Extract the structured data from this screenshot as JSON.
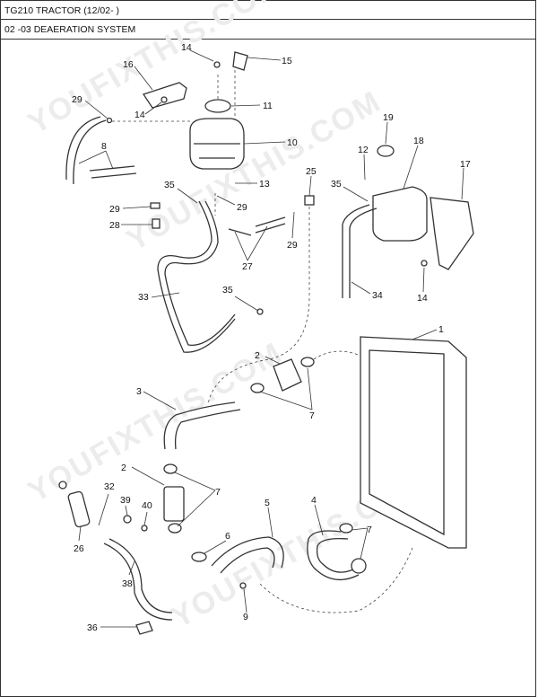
{
  "header": {
    "model": "TG210 TRACTOR (12/02- )",
    "section": "02 -03 DEAERATION SYSTEM"
  },
  "watermark": "YOUFIXTHIS.COM",
  "callouts": {
    "c1": "1",
    "c2a": "2",
    "c2b": "2",
    "c3": "3",
    "c4": "4",
    "c5": "5",
    "c6": "6",
    "c7a": "7",
    "c7b": "7",
    "c7c": "7",
    "c8": "8",
    "c9": "9",
    "c10": "10",
    "c11": "11",
    "c12": "12",
    "c13": "13",
    "c14a": "14",
    "c14b": "14",
    "c14c": "14",
    "c15": "15",
    "c16": "16",
    "c17": "17",
    "c18": "18",
    "c19": "19",
    "c25": "25",
    "c26": "26",
    "c27": "27",
    "c28": "28",
    "c29a": "29",
    "c29b": "29",
    "c29c": "29",
    "c29d": "29",
    "c32": "32",
    "c33": "33",
    "c34": "34",
    "c35a": "35",
    "c35b": "35",
    "c35c": "35",
    "c36": "36",
    "c38": "38",
    "c39": "39",
    "c40": "40"
  }
}
